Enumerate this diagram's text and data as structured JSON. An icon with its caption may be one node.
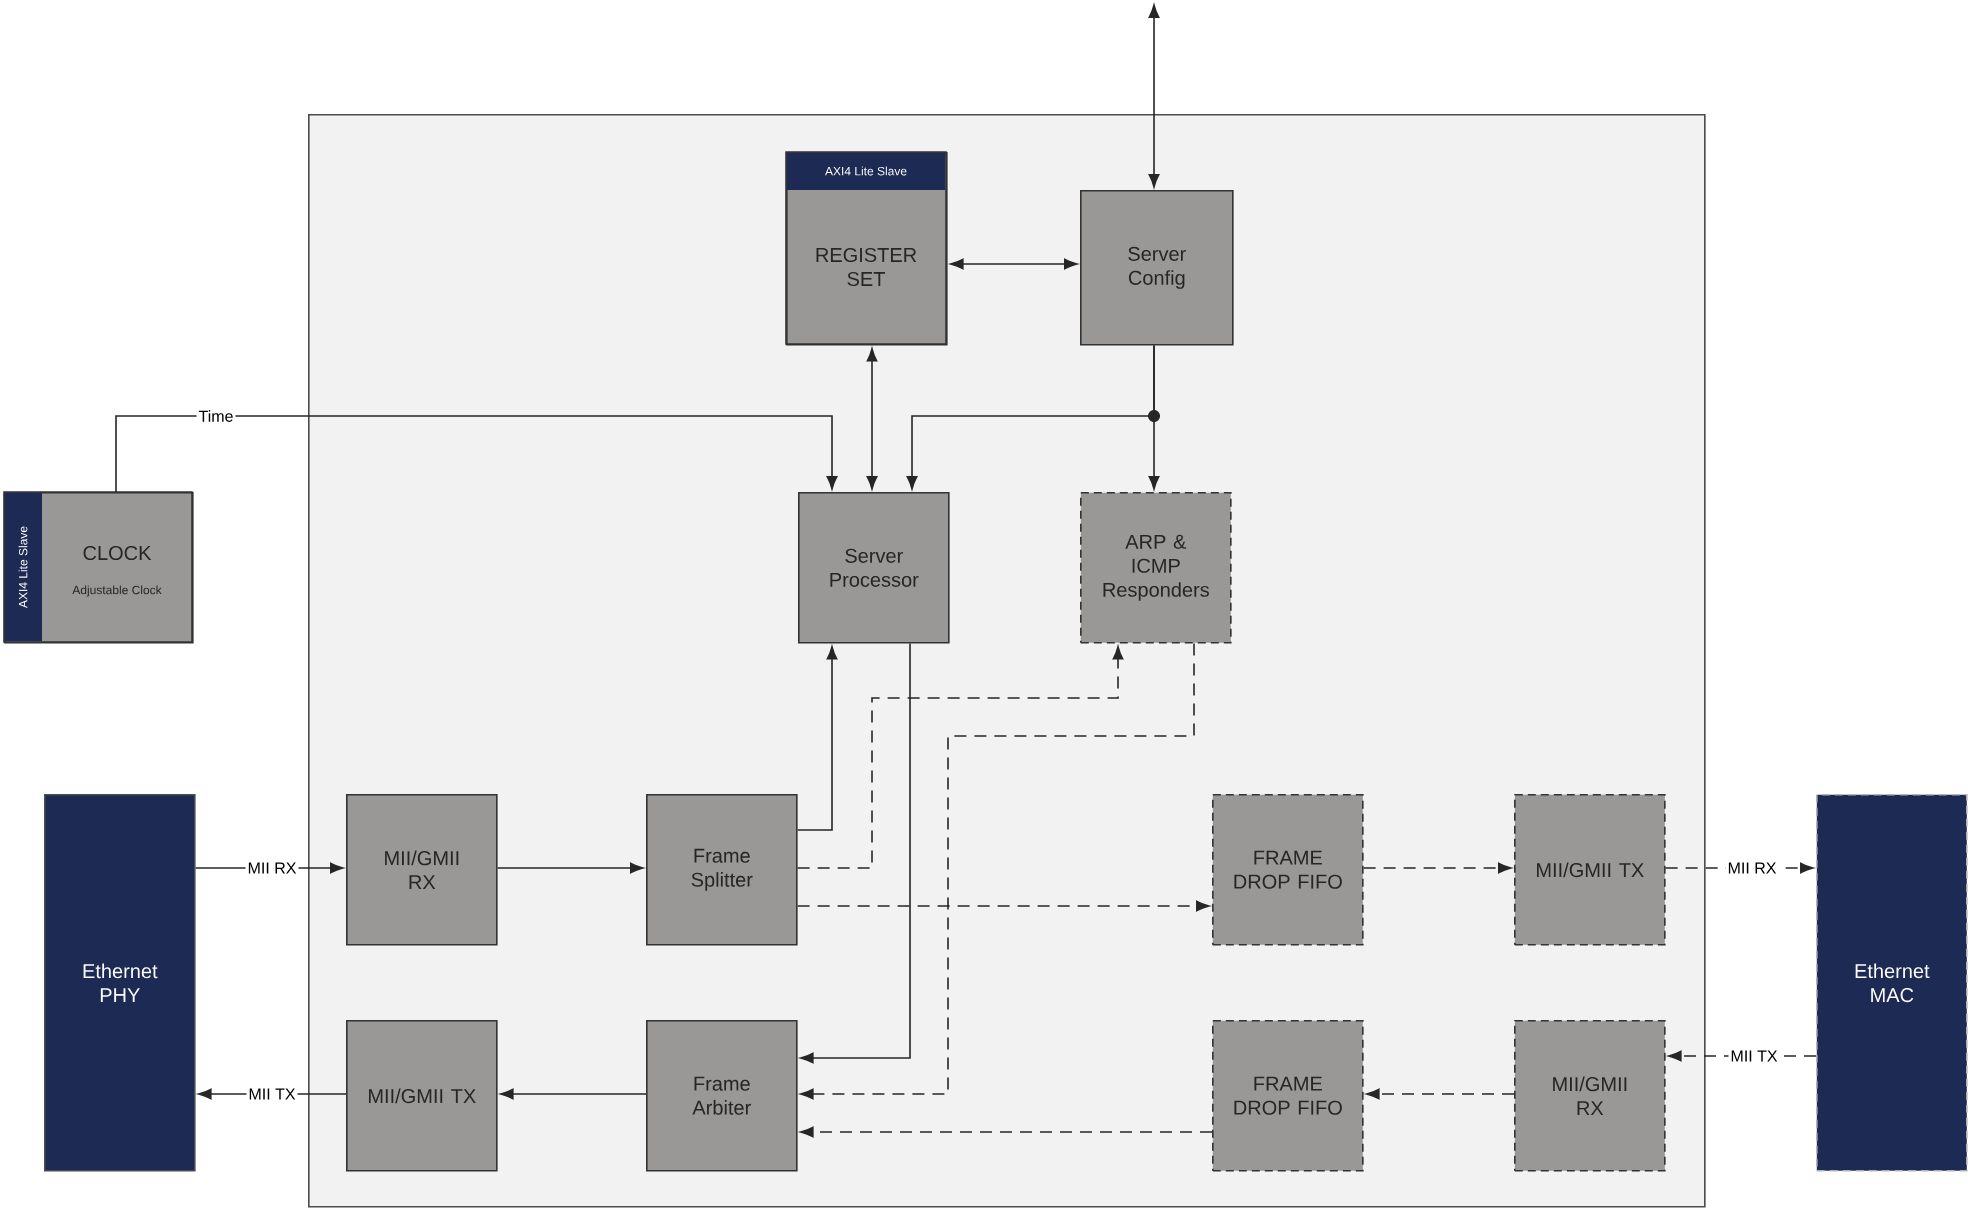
{
  "diagram": {
    "nodes": [
      {
        "text": [],
        "shape": "box"
      },
      {
        "text": [
          "AXI4 Lite Slave",
          "REGISTER SET"
        ],
        "in": 0
      },
      {
        "text": [
          "Server Config"
        ],
        "in": 0
      },
      {
        "text": [
          "AXI4 Lite Slave",
          "CLOCK",
          "Adjustable Clock"
        ]
      },
      {
        "text": [
          "Server Processor"
        ],
        "in": 0
      },
      {
        "text": [
          "ARP & ICMP Responders"
        ],
        "in": 0
      },
      {
        "text": [
          "Ethernet PHY"
        ]
      },
      {
        "text": [
          "MII/GMII RX"
        ],
        "in": 0
      },
      {
        "text": [
          "Frame Splitter"
        ],
        "in": 0
      },
      {
        "text": [
          "FRAME DROP FIFO"
        ],
        "in": 0
      },
      {
        "text": [
          "MII/GMII TX"
        ],
        "in": 0
      },
      {
        "text": [
          "Ethernet MAC"
        ]
      },
      {
        "text": [
          "MII/GMII TX"
        ],
        "in": 0
      },
      {
        "text": [
          "Frame Arbiter"
        ],
        "in": 0
      },
      {
        "text": [
          "FRAME DROP FIFO"
        ],
        "in": 0
      },
      {
        "text": [
          "MII/GMII RX"
        ],
        "in": 0
      }
    ],
    "edges": [
      {
        "from": null,
        "to": 2,
        "arrow": "both"
      },
      {
        "from": 1,
        "to": 2,
        "arrow": "both"
      },
      {
        "from": 3,
        "to": 4,
        "arrow": "to",
        "label": "Time"
      },
      {
        "from": 1,
        "to": 4,
        "arrow": "both"
      },
      {
        "from": 2,
        "to": 4,
        "arrow": "to"
      },
      {
        "from": 2,
        "to": 5,
        "arrow": "to"
      },
      {
        "from": 6,
        "to": 7,
        "arrow": "to",
        "label": "MII RX"
      },
      {
        "from": 7,
        "to": 8,
        "arrow": "to"
      },
      {
        "from": 8,
        "to": 4,
        "arrow": "to"
      },
      {
        "from": 8,
        "to": 5,
        "arrow": "to",
        "style": "dashed"
      },
      {
        "from": 8,
        "to": 9,
        "arrow": "to",
        "style": "dashed"
      },
      {
        "from": 9,
        "to": 10,
        "arrow": "to",
        "style": "dashed"
      },
      {
        "from": 10,
        "to": 11,
        "arrow": "to",
        "style": "dashed",
        "label": "MII RX"
      },
      {
        "from": 11,
        "to": 15,
        "arrow": "to",
        "style": "dashed",
        "label": "MII TX"
      },
      {
        "from": 15,
        "to": 14,
        "arrow": "to",
        "style": "dashed"
      },
      {
        "from": 14,
        "to": 13,
        "arrow": "to",
        "style": "dashed"
      },
      {
        "from": 4,
        "to": 13,
        "arrow": "to"
      },
      {
        "from": 5,
        "to": 13,
        "arrow": "to",
        "style": "dashed"
      },
      {
        "from": 13,
        "to": 12,
        "arrow": "to"
      },
      {
        "from": 12,
        "to": 6,
        "arrow": "to",
        "label": "MII TX"
      }
    ]
  }
}
